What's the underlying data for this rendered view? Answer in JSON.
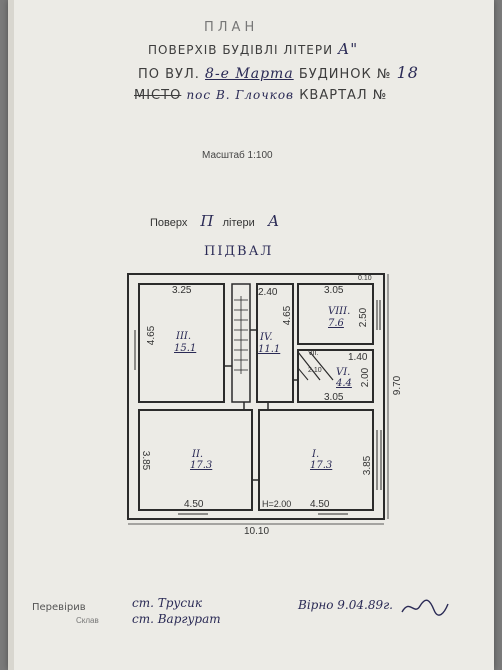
{
  "header": {
    "title": "ПЛАН",
    "line1_prefix": "ПОВЕРХІВ БУДІВЛІ ЛІТЕРИ",
    "line1_value": "А\"",
    "line2_prefix": "ПО ВУЛ.",
    "line2_street": "8-е Марта",
    "line2_house_label": "БУДИНОК №",
    "line2_house": "18",
    "line3_prefix": "МІСТО",
    "line3_village": "пос В. Глочков",
    "line3_quarter_label": "КВАРТАЛ №",
    "scale": "Масштаб 1:100",
    "floor_label": "Поверх",
    "floor_value": "П",
    "letter_label": "літери",
    "letter_value": "А",
    "basement": "ПІДВАЛ"
  },
  "rooms": [
    {
      "number": "III.",
      "area": "15.1",
      "width": "3.25",
      "height": "4.65"
    },
    {
      "number": "IV.",
      "area": "11.1",
      "width": "2.40",
      "height": "4.65"
    },
    {
      "number": "VIII.",
      "area": "7.6",
      "width": "3.05",
      "height": "2.50"
    },
    {
      "number": "VII.",
      "area": "",
      "width": "",
      "height": ""
    },
    {
      "number": "VI.",
      "area": "4.4",
      "width": "1.40",
      "height": "2.00"
    },
    {
      "number": "II.",
      "area": "17.3",
      "width": "4.50",
      "height": "3.85"
    },
    {
      "number": "I.",
      "area": "17.3",
      "width": "4.50",
      "height": "3.85"
    }
  ],
  "dimensions": {
    "overall_width": "10.10",
    "overall_height": "9.70",
    "corner": "0.10",
    "small_2_10": "2.10",
    "room6_bottom": "3.05",
    "ceiling_height": "Н=2.00"
  },
  "footer": {
    "checked_label": "Перевірив",
    "checked_by": "ст. Трусик",
    "second_label": "Склав",
    "second_by": "ст. Варгурат",
    "verified": "Вірно 9.04.89г."
  },
  "colors": {
    "paper": "#ecebe6",
    "ink_line": "#2b2b2b",
    "hand_ink": "#2a2a55"
  }
}
